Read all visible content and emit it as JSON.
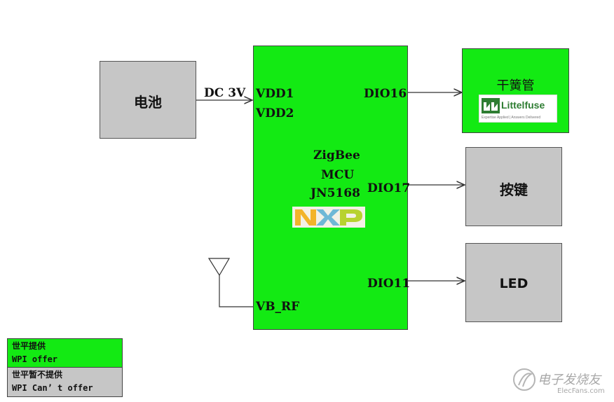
{
  "battery": {
    "label": "电池"
  },
  "dc_label": "DC 3V",
  "mcu": {
    "pins_left": [
      "VDD1",
      "VDD2",
      "VB_RF"
    ],
    "pins_right": [
      "DIO16",
      "DIO17",
      "DIO11"
    ],
    "name_lines": [
      "ZigBee",
      "MCU",
      "JN5168"
    ],
    "logo_text": "NXP"
  },
  "reed_switch": {
    "label": "干簧管",
    "logo_brand": "Littelfuse",
    "logo_tagline": "Expertise Applied | Answers Delivered"
  },
  "button_box": {
    "label": "按键"
  },
  "led_box": {
    "label": "LED"
  },
  "legend": {
    "offer_cn": "世平提供",
    "offer_en": "WPI offer",
    "not_offer_cn": "世平暂不提供",
    "not_offer_en": "WPI Can’ t offer"
  },
  "watermark": {
    "brand": "电子发烧友",
    "site": "ElecFans.com"
  },
  "colors": {
    "green": "#13ea13",
    "gray": "#c6c6c6"
  }
}
